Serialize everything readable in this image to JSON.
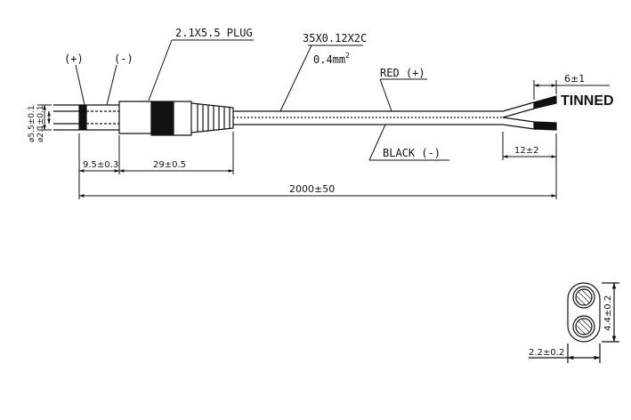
{
  "labels": {
    "plug": "2.1X5.5 PLUG",
    "wire_spec": "35X0.12X2C",
    "wire_area_value": "0.4mm",
    "wire_area_sup": "2",
    "plus": "(+)",
    "minus": "(-)",
    "red": "RED (+)",
    "black": "BLACK (-)",
    "tinned": "TINNED",
    "strip_length": "6±1",
    "split_length": "12±2",
    "tip_length": "9.5±0.3",
    "body_length": "29±0.5",
    "total_length": "2000±50",
    "outer_dia": "⌀5.5±0.1",
    "inner_dia": "⌀2.1±0.1",
    "cable_height": "4.4±0.2",
    "cable_width": "2.2±0.2"
  },
  "colors": {
    "ink": "#111111",
    "paper": "#ffffff"
  }
}
